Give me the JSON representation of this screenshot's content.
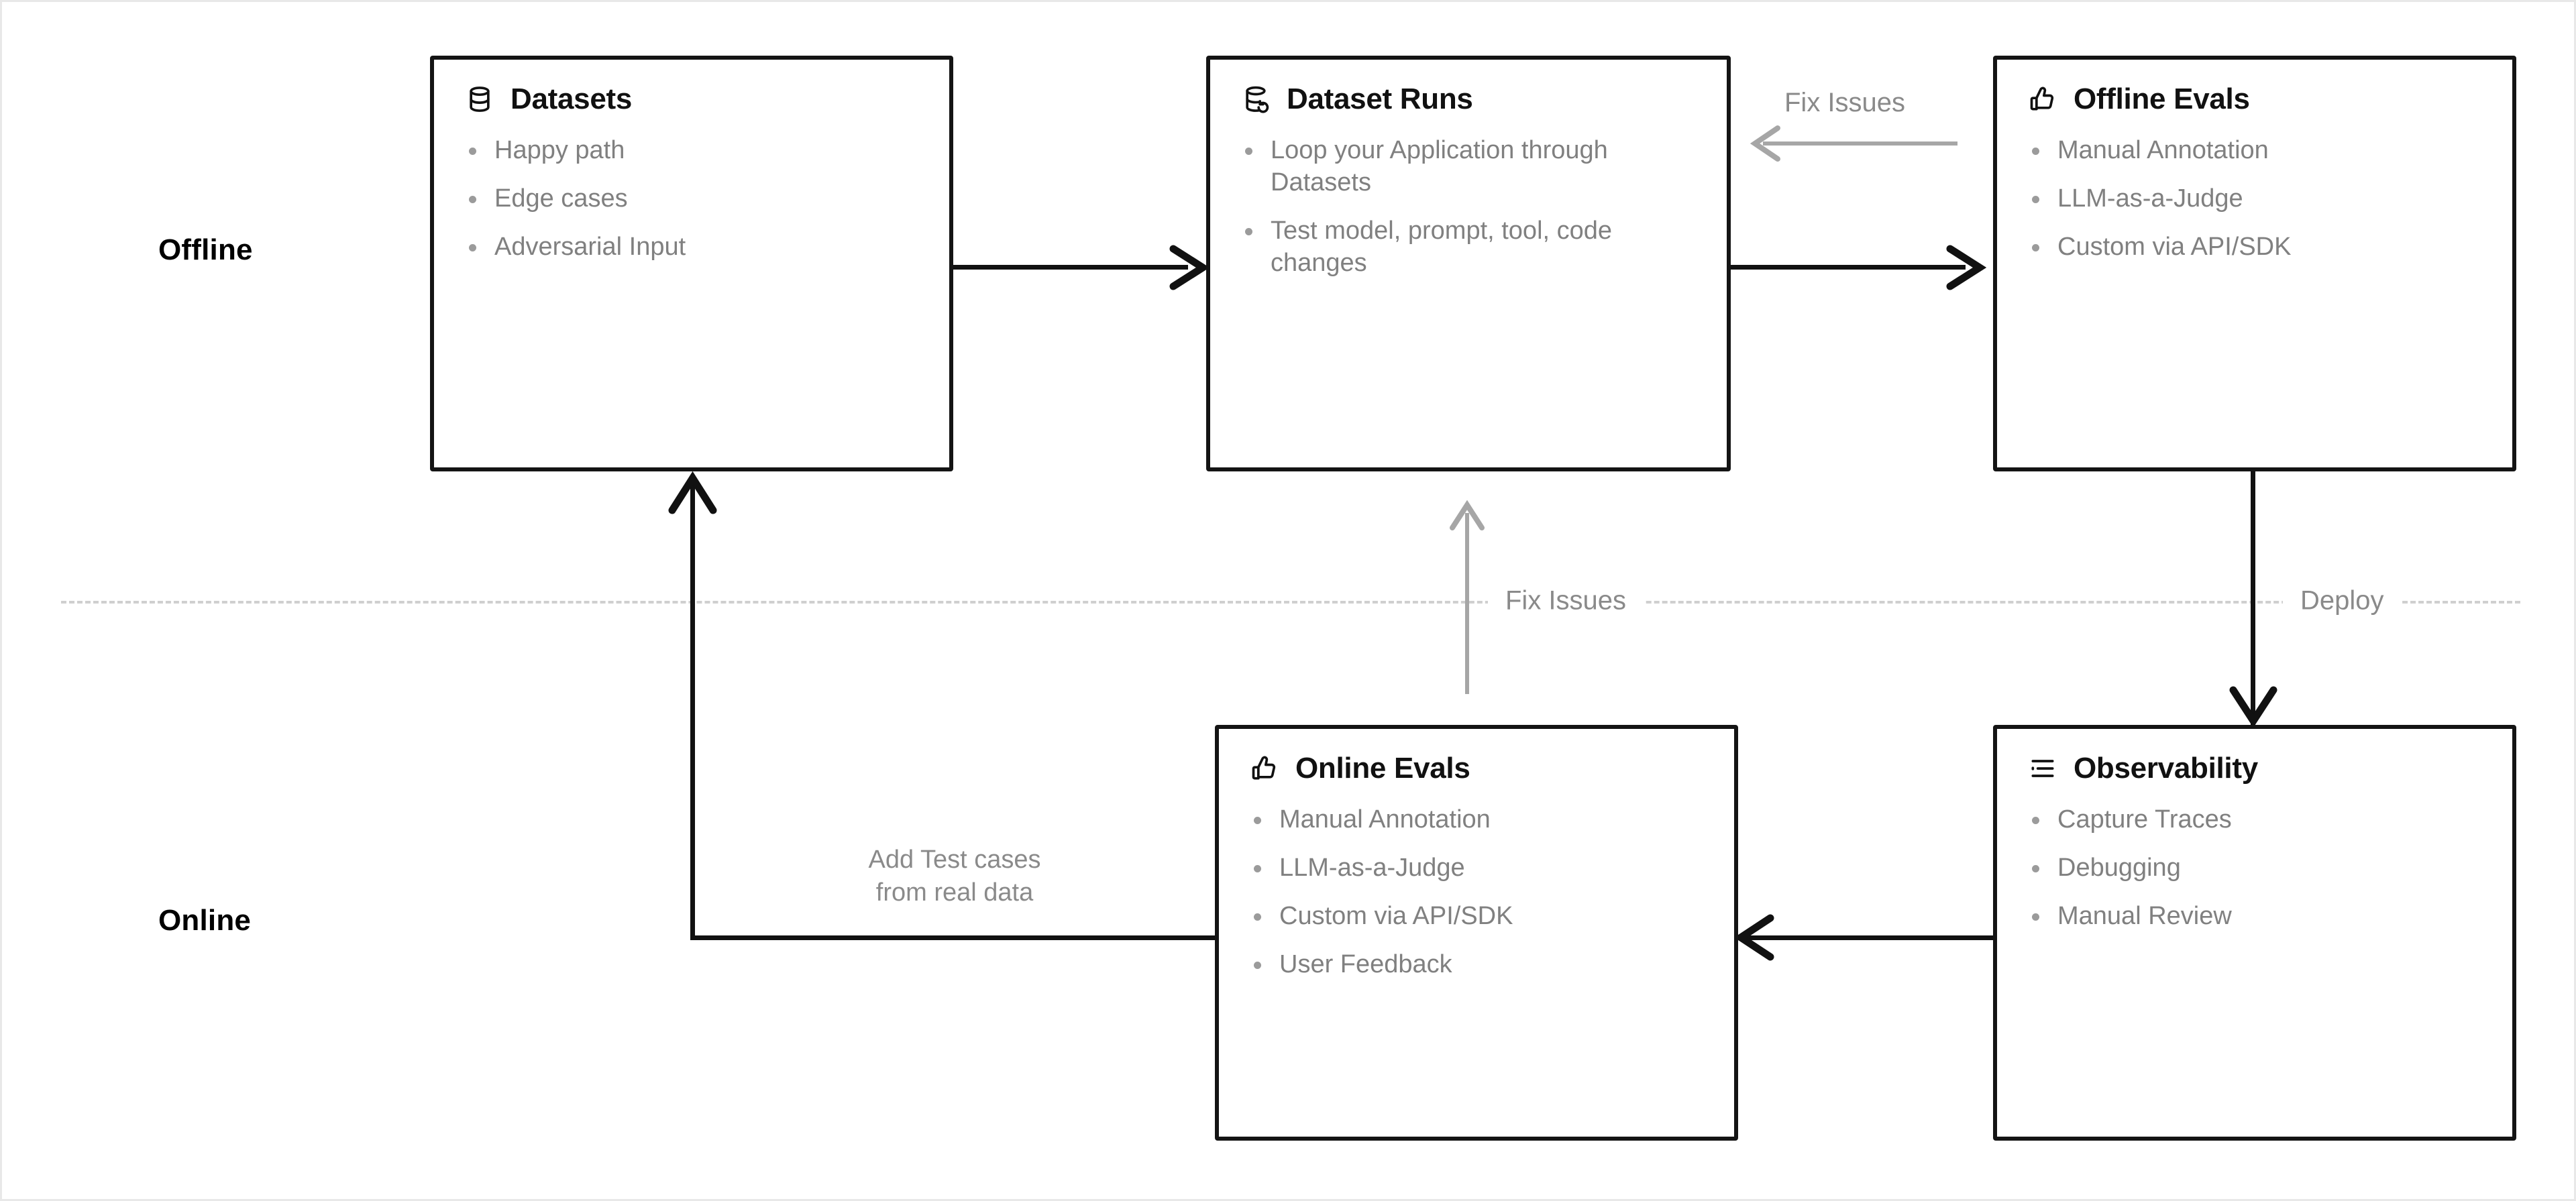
{
  "lanes": {
    "offline": "Offline",
    "online": "Online"
  },
  "divider": {
    "fix_issues": "Fix Issues",
    "deploy": "Deploy"
  },
  "edge_labels": {
    "fix_issues_top": "Fix Issues",
    "add_test_cases": "Add Test cases\nfrom real data"
  },
  "colors": {
    "node_border": "#141414",
    "node_title": "#111111",
    "bullet_text": "#808080",
    "muted_label": "#8a8a8a",
    "gray_arrow": "#a6a6a6",
    "divider": "#cfcfcf",
    "background": "#ffffff"
  },
  "nodes": {
    "datasets": {
      "title": "Datasets",
      "icon": "database-icon",
      "items": [
        "Happy path",
        "Edge cases",
        "Adversarial Input"
      ]
    },
    "dataset_runs": {
      "title": "Dataset Runs",
      "icon": "database-refresh-icon",
      "items": [
        "Loop your Application through Datasets",
        "Test model, prompt, tool, code changes"
      ]
    },
    "offline_evals": {
      "title": "Offline Evals",
      "icon": "thumbs-up-icon",
      "items": [
        "Manual Annotation",
        "LLM-as-a-Judge",
        "Custom via API/SDK"
      ]
    },
    "online_evals": {
      "title": "Online Evals",
      "icon": "thumbs-up-icon",
      "items": [
        "Manual Annotation",
        "LLM-as-a-Judge",
        "Custom via API/SDK",
        "User Feedback"
      ]
    },
    "observability": {
      "title": "Observability",
      "icon": "list-details-icon",
      "items": [
        "Capture Traces",
        "Debugging",
        "Manual Review"
      ]
    }
  }
}
